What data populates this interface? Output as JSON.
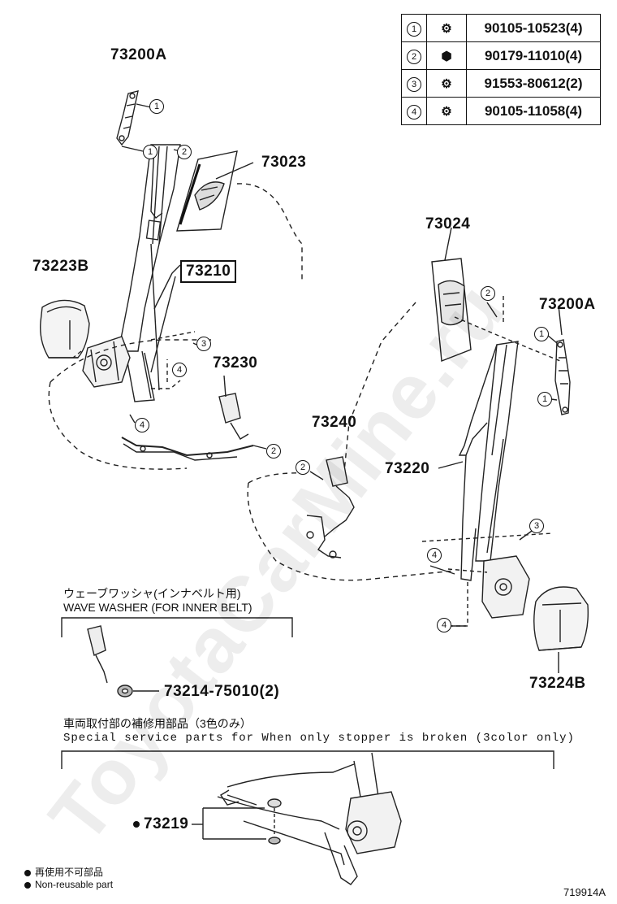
{
  "fasteners": [
    {
      "ref": "1",
      "part_no": "90105-10523(4)",
      "icon": "bolt-icon"
    },
    {
      "ref": "2",
      "part_no": "90179-11010(4)",
      "icon": "nut-icon"
    },
    {
      "ref": "3",
      "part_no": "91553-80612(2)",
      "icon": "bolt-icon"
    },
    {
      "ref": "4",
      "part_no": "90105-11058(4)",
      "icon": "bolt-icon"
    }
  ],
  "labels": {
    "p73200a_front": "73200A",
    "p73023": "73023",
    "p73223b": "73223B",
    "p73210": "73210",
    "p73230": "73230",
    "p73024": "73024",
    "p73200a_rear": "73200A",
    "p73240": "73240",
    "p73220": "73220",
    "p73224b": "73224B",
    "p73214": "73214-75010(2)",
    "p73219": "73219"
  },
  "callouts": {
    "c1": "1",
    "c2": "2",
    "c3": "3",
    "c4": "4"
  },
  "notes": {
    "wave_washer_jp": "ウェーブワッシャ(インナベルト用)",
    "wave_washer_en": "WAVE WASHER (FOR INNER BELT)",
    "special_jp": "車両取付部の補修用部品（3色のみ）",
    "special_en": "Special  service  parts  for  When  only  stopper  is  broken  (3color  only)"
  },
  "legend": {
    "jp": "再使用不可部品",
    "en": "Non-reusable part"
  },
  "figure_id": "719914A",
  "watermark": "ToyotaCarMine.ru"
}
